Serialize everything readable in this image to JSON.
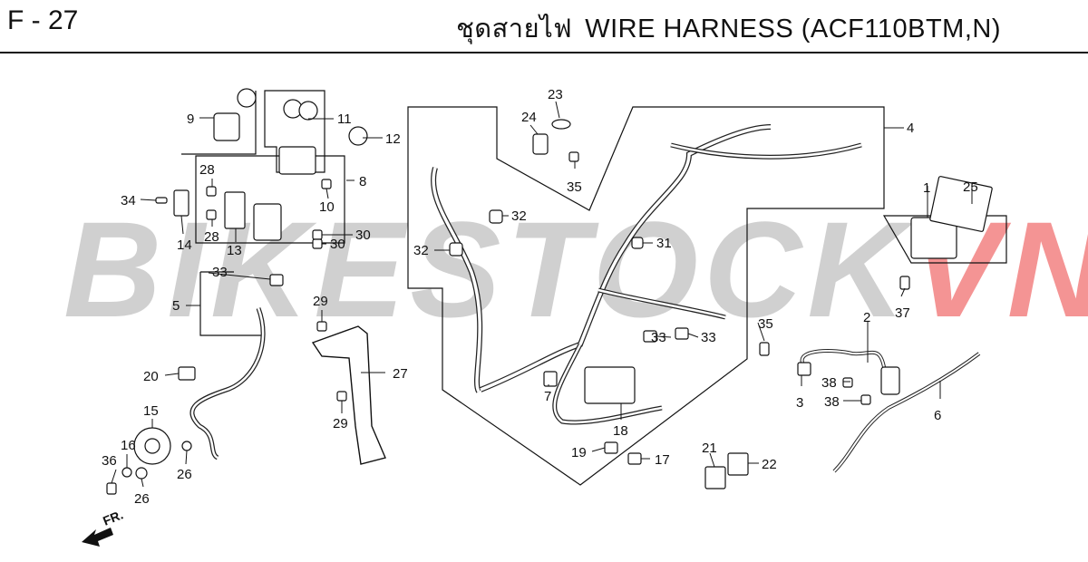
{
  "header": {
    "page_code": "F - 27",
    "title_thai": "ชุดสายไฟ",
    "title_en": "WIRE HARNESS (ACF110BTM,N)"
  },
  "watermark": {
    "part_a": "BIKESTOCK",
    "part_b": "VN"
  },
  "direction_label": "FR.",
  "callouts": [
    "1",
    "2",
    "3",
    "4",
    "5",
    "6",
    "7",
    "8",
    "9",
    "10",
    "11",
    "12",
    "13",
    "14",
    "15",
    "16",
    "17",
    "18",
    "19",
    "20",
    "21",
    "22",
    "23",
    "24",
    "25",
    "26",
    "26",
    "27",
    "28",
    "28",
    "29",
    "29",
    "30",
    "30",
    "31",
    "32",
    "32",
    "33",
    "33",
    "33",
    "34",
    "35",
    "35",
    "36",
    "37",
    "38",
    "38"
  ]
}
